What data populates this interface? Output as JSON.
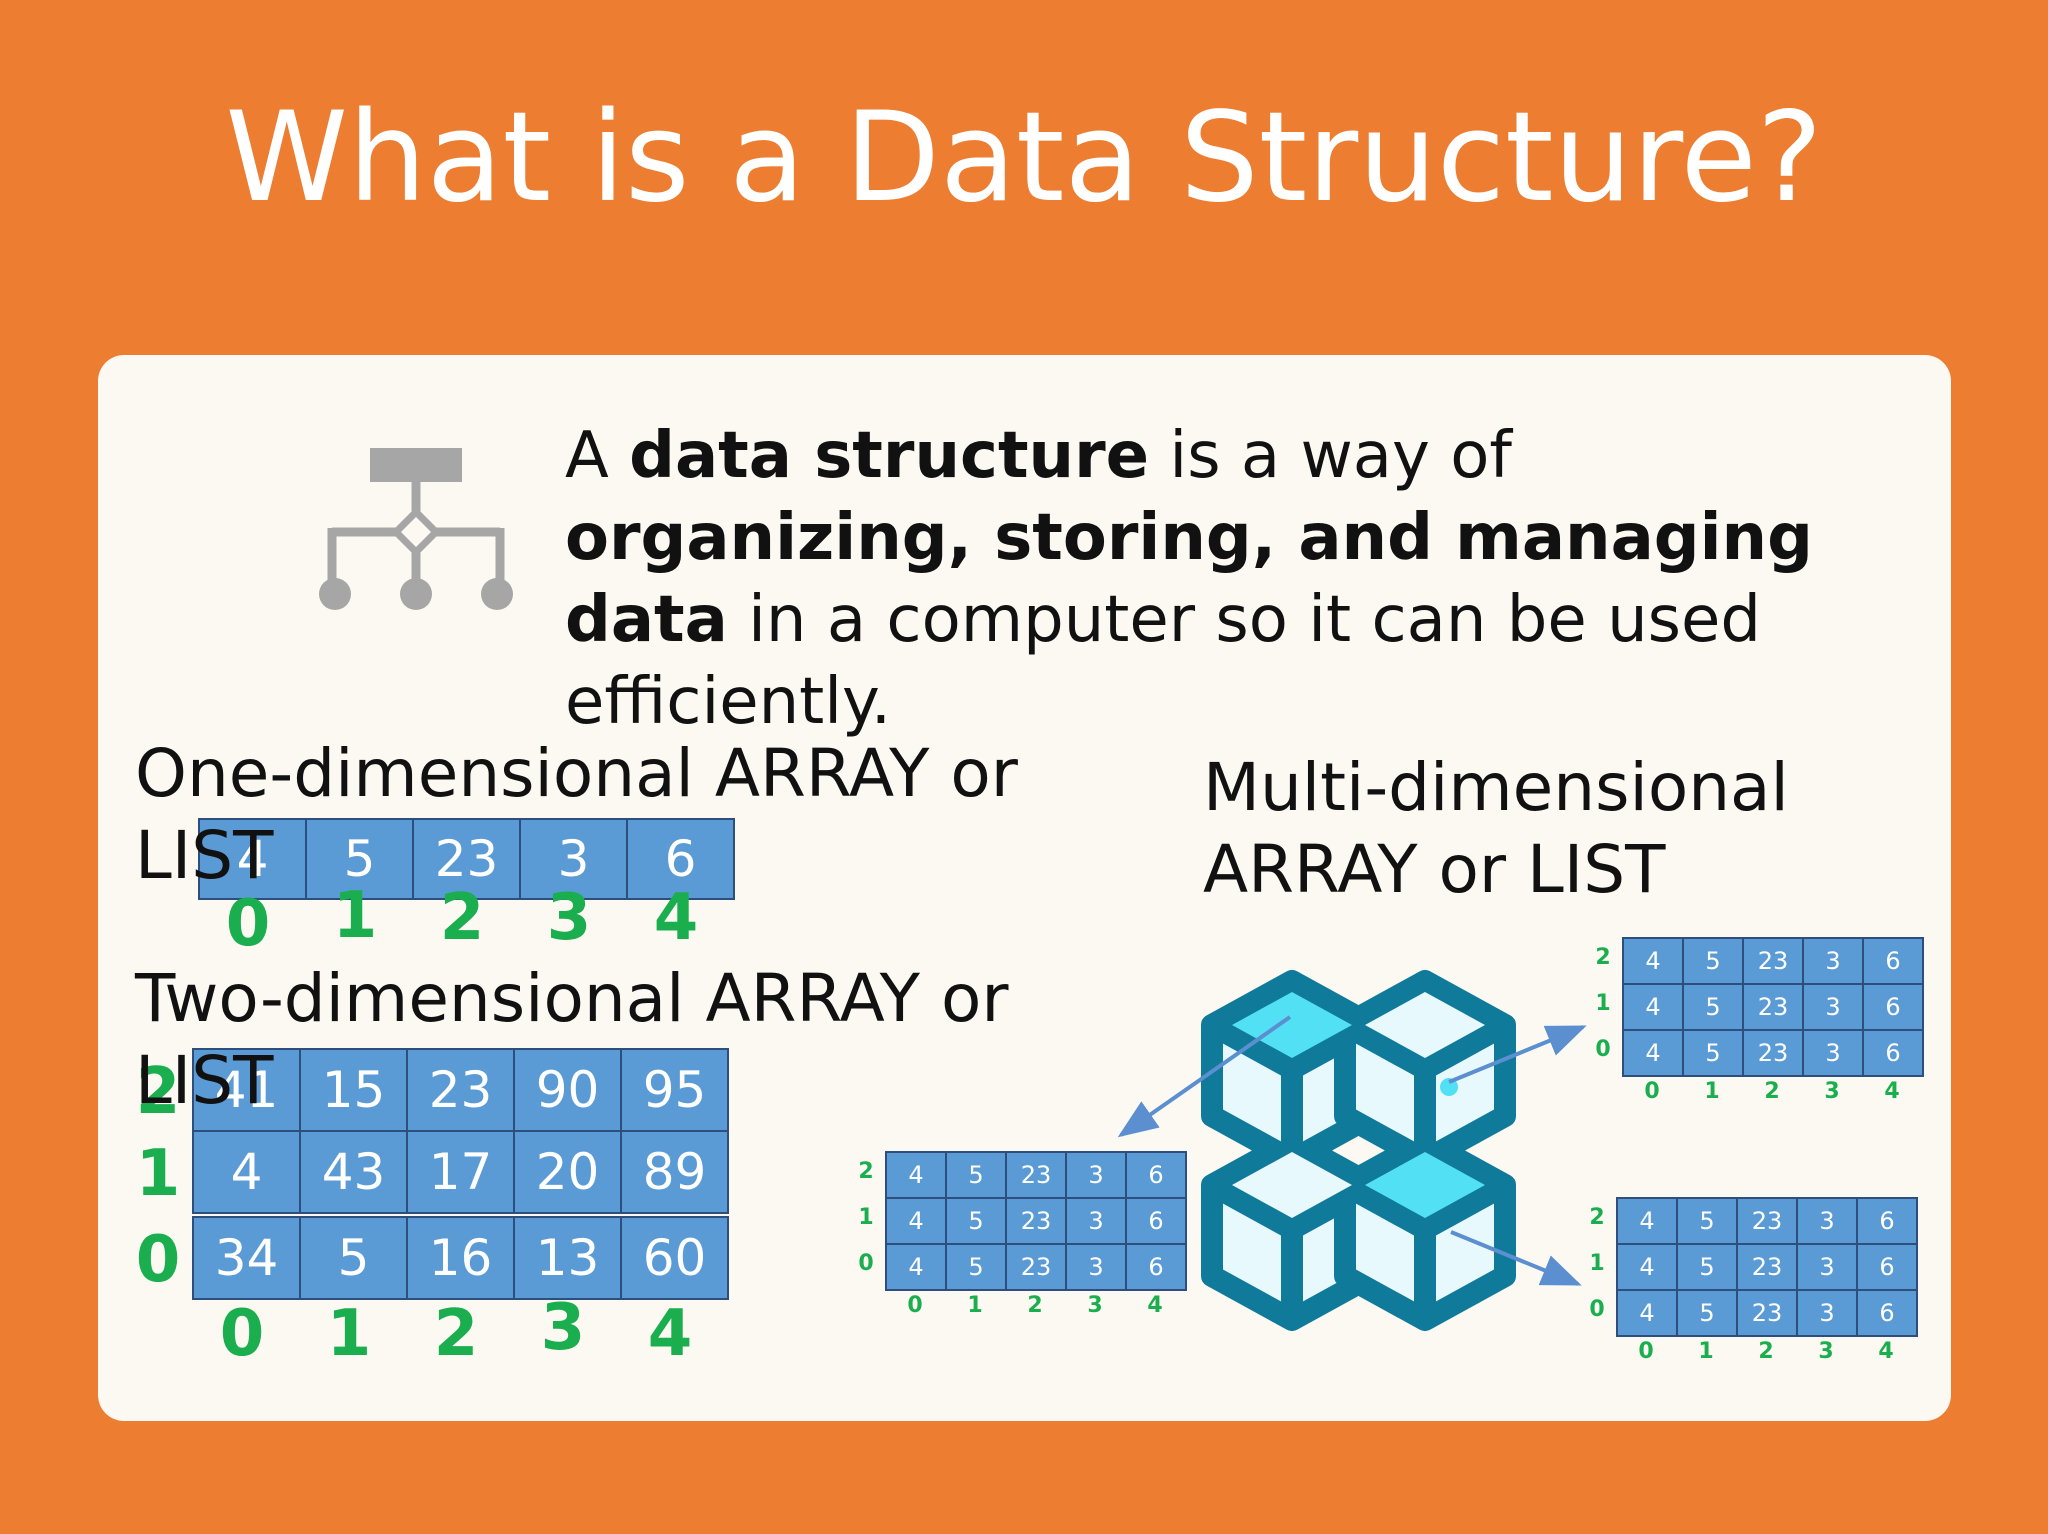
{
  "title": "What is a Data Structure?",
  "definition": {
    "p1": "A ",
    "b1": "data structure",
    "p2": " is a way of ",
    "b2": "organizing, storing, and managing data",
    "p3": " in a computer so it can be used efficiently."
  },
  "one_d": {
    "heading": "One-dimensional ARRAY or LIST",
    "values": [
      "4",
      "5",
      "23",
      "3",
      "6"
    ],
    "col_indices": [
      "0",
      "1",
      "2",
      "3",
      "4"
    ]
  },
  "two_d": {
    "heading": "Two-dimensional ARRAY or LIST",
    "rows": [
      [
        "41",
        "15",
        "23",
        "90",
        "95"
      ],
      [
        "4",
        "43",
        "17",
        "20",
        "89"
      ],
      [
        "34",
        "5",
        "16",
        "13",
        "60"
      ]
    ],
    "row_indices": [
      "2",
      "1",
      "0"
    ],
    "col_indices": [
      "0",
      "1",
      "2",
      "3",
      "4"
    ]
  },
  "multi_d": {
    "heading": "Multi-dimensional ARRAY or LIST",
    "grid_values": [
      "4",
      "5",
      "23",
      "3",
      "6"
    ],
    "row_indices": [
      "2",
      "1",
      "0"
    ],
    "col_indices": [
      "0",
      "1",
      "2",
      "3",
      "4"
    ]
  },
  "colors": {
    "background": "#ED7D31",
    "card": "#FCF9F3",
    "cell": "#5B9BD5",
    "index": "#1AAE4F",
    "cube": "#0F7A99",
    "arrow": "#5B8FD0"
  },
  "icons": [
    "hierarchy-icon",
    "cubes-icon"
  ]
}
